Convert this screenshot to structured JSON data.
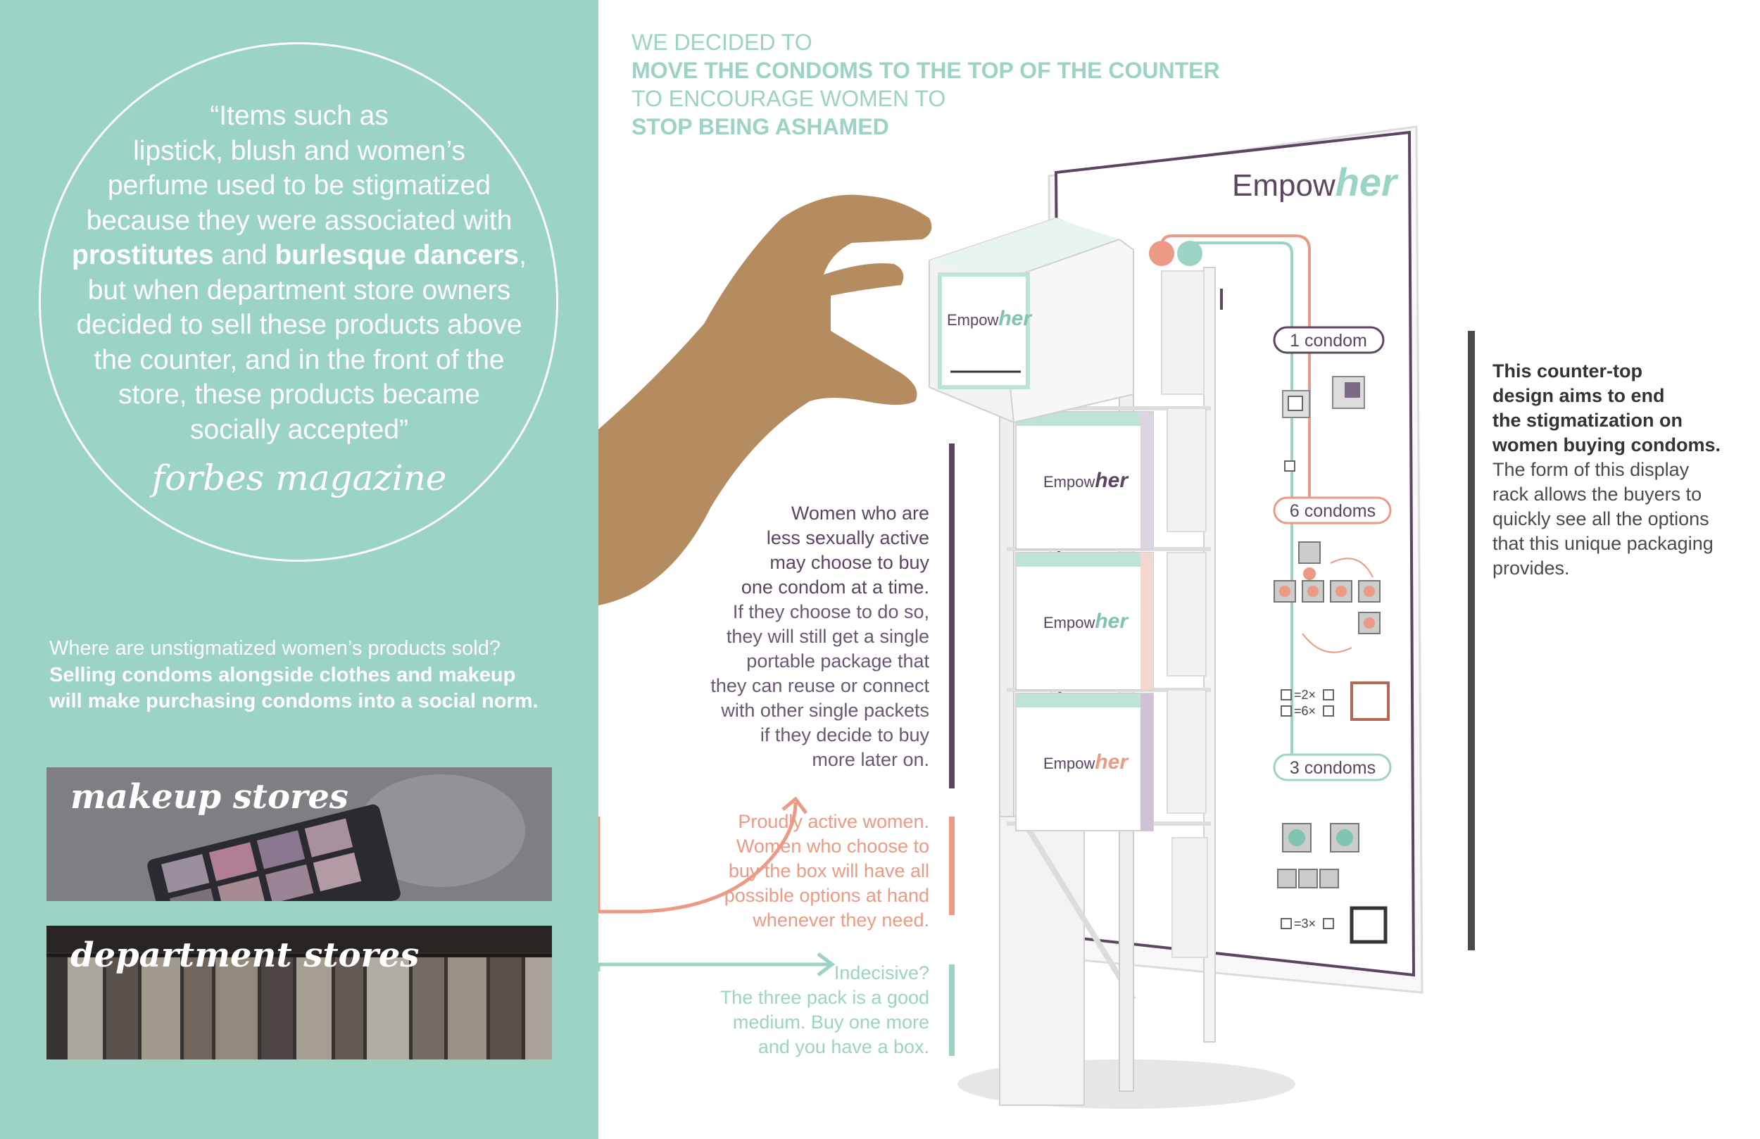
{
  "quote": {
    "line1": "“Items such as",
    "line2": "lipstick, blush and women’s",
    "line3": "perfume used to be stigmatized",
    "line4": "because they were associated with",
    "bold1": "prostitutes",
    "and": " and ",
    "bold2": "burlesque dancers",
    "comma": ",",
    "line6": "but when department store owners",
    "line7": "decided to sell these products above",
    "line8": "the counter, and in the front of the",
    "line9": "store, these products became",
    "line10": "socially accepted”",
    "source": "forbes magazine"
  },
  "where": {
    "question": "Where are unstigmatized women’s products sold?",
    "answer_line1": "Selling condoms alongside clothes and makeup",
    "answer_line2": "will make purchasing condoms into a social norm."
  },
  "stores": {
    "makeup": "makeup stores",
    "department": "department stores"
  },
  "headline": {
    "l1": "WE DECIDED TO",
    "l2": "MOVE THE CONDOMS TO THE TOP OF THE COUNTER",
    "l3": "TO ENCOURAGE WOMEN TO",
    "l4": "STOP BEING ASHAMED"
  },
  "brand": {
    "prefix": "Empow",
    "suffix": "her"
  },
  "panel": {
    "one": "1 condom",
    "six": "6 condoms",
    "three": "3 condoms",
    "eq1": "=2×",
    "eq2": "=6×",
    "eq3": "=3×"
  },
  "desc_single": {
    "b1": "Women who are",
    "b2": "less sexually active",
    "b3": "may choose to buy",
    "b4": "one condom at a time.",
    "l1": "If they choose to do so,",
    "l2": "they will still get a single",
    "l3": "portable package that",
    "l4": "they can reuse or connect",
    "l5": "with other single packets",
    "l6": "if they decide to buy",
    "l7": "more later on."
  },
  "desc_box": {
    "b1": "Proudly active women.",
    "l1": "Women who choose to",
    "l2": "buy the box will have all",
    "l3": "possible options at hand",
    "l4": "whenever they need."
  },
  "desc_three": {
    "b1": "Indecisive?",
    "l1": "The three pack is a good",
    "l2": "medium. Buy one more",
    "l3": "and you have a box."
  },
  "right": {
    "b1": "This counter-top",
    "b2": "design aims to end",
    "b3": "the stigmatization on",
    "b4": "women buying condoms.",
    "l1": "The form of this display",
    "l2": "rack allows the buyers to",
    "l3": "quickly see all the options",
    "l4": "that this unique packaging",
    "l5": "provides."
  },
  "colors": {
    "mint": "#9bd3c4",
    "plum": "#5b4560",
    "coral": "#ec9a85",
    "dark": "#4a4a4a",
    "skin": "#b58b60"
  }
}
